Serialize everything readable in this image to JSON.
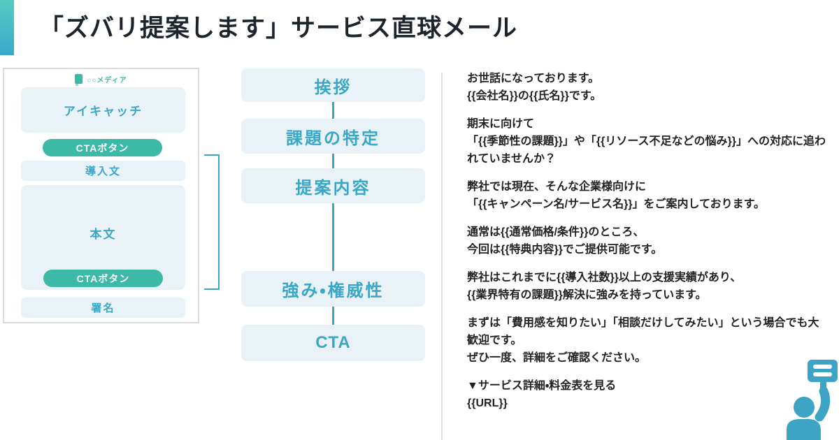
{
  "title": "「ズバリ提案します」サービス直球メール",
  "mockup": {
    "brand": "○○メディア",
    "eyecatch_label": "アイキャッチ",
    "cta_top_label": "CTAボタン",
    "intro_label": "導入文",
    "body_label": "本文",
    "cta_bottom_label": "CTAボタン",
    "signature_label": "署名"
  },
  "flow": {
    "steps": [
      {
        "label": "挨拶"
      },
      {
        "label": "課題の特定"
      },
      {
        "label": "提案内容"
      },
      {
        "label": "強み・権威性"
      },
      {
        "label": "CTA"
      }
    ]
  },
  "email": {
    "paragraphs": [
      "お世話になっております。\n{{会社名}}の{{氏名}}です。",
      "期末に向けて\n「{{季節性の課題}}」や「{{リソース不足などの悩み}}」への対応に追われていませんか？",
      "弊社では現在、そんな企業様向けに\n「{{キャンペーン名/サービス名}}」をご案内しております。",
      "通常は{{通常価格/条件}}のところ、\n今回は{{特典内容}}でご提供可能です。",
      "弊社はこれまでに{{導入社数}}以上の支援実績があり、\n{{業界特有の課題}}解決に強みを持っています。",
      "まずは「費用感を知りたい」「相談だけしてみたい」という場合でも大歓迎です。\nぜひ一度、詳細をご確認ください。",
      "▼サービス詳細・料金表を見る\n{{URL}}"
    ]
  },
  "colors": {
    "accent_bar_top": "#55cbc0",
    "accent_bar_bottom": "#3aa9cc",
    "teal_green": "#3cb9a7",
    "cyan": "#3ba7c6",
    "box_bg": "#e9f3f7",
    "divider": "#dcdfe2",
    "panel_border": "#dcdcdc",
    "title_color": "#1d242b",
    "text_color": "#222222",
    "mascot_color": "#3da4c6"
  }
}
